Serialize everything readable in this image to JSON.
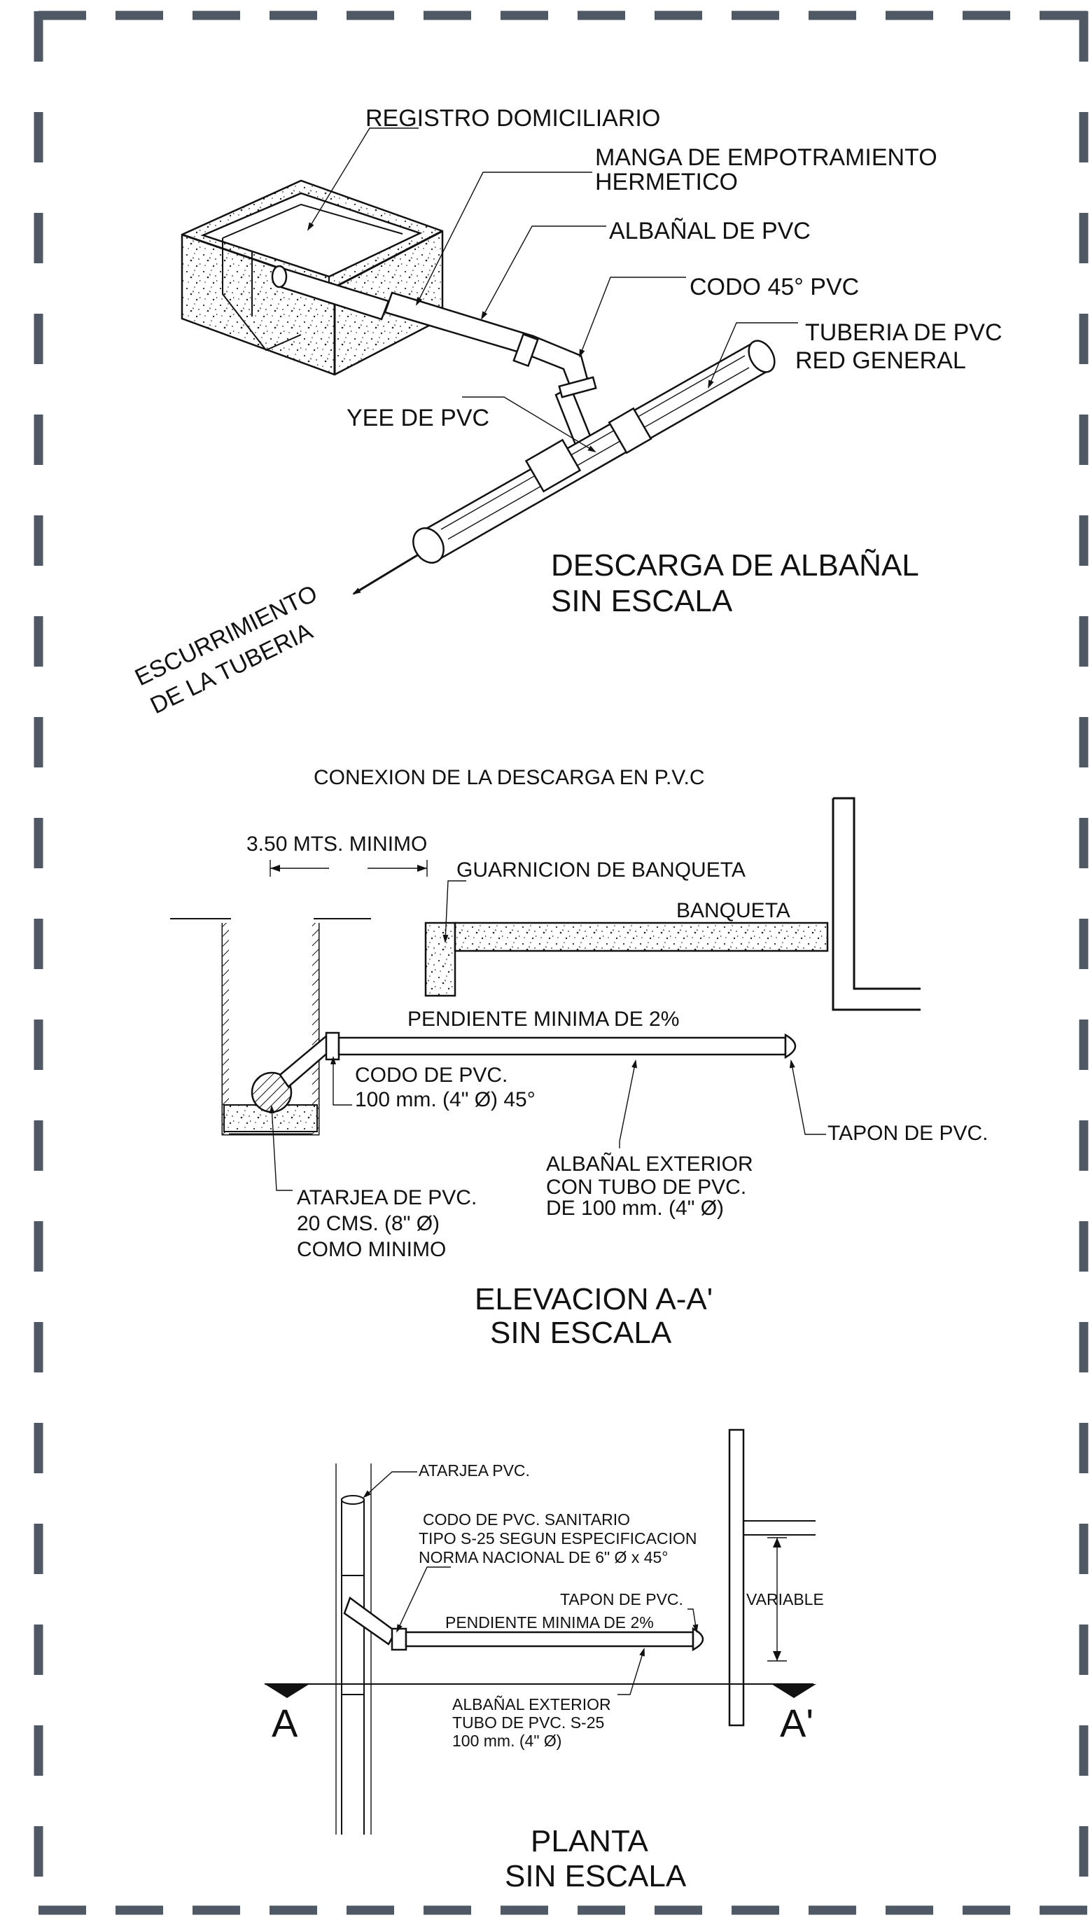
{
  "colors": {
    "frame": "#4f5965",
    "ink": "#111111"
  },
  "iso": {
    "labels": {
      "registro": "REGISTRO DOMICILIARIO",
      "manga_1": "MANGA DE EMPOTRAMIENTO",
      "manga_2": "HERMETICO",
      "albanal": "ALBAÑAL DE PVC",
      "codo": "CODO 45° PVC",
      "tuberia_1": "TUBERIA DE PVC",
      "tuberia_2": "RED GENERAL",
      "yee": "YEE DE PVC",
      "escurrimiento_1": "ESCURRIMIENTO",
      "escurrimiento_2": "DE LA TUBERIA"
    },
    "title_1": "DESCARGA DE ALBAÑAL",
    "title_2": "SIN ESCALA"
  },
  "elevation": {
    "header": "CONEXION  DE LA DESCARGA EN P.V.C",
    "dimension": "3.50 MTS. MINIMO",
    "labels": {
      "guarnicion": "GUARNICION DE BANQUETA",
      "banqueta": "BANQUETA",
      "pendiente": "PENDIENTE MINIMA DE 2%",
      "codo_1": "CODO DE PVC.",
      "codo_2": "100 mm. (4\" Ø) 45°",
      "tapon": "TAPON DE PVC.",
      "albanal_1": "ALBAÑAL EXTERIOR",
      "albanal_2": "CON TUBO DE PVC.",
      "albanal_3": "DE 100 mm. (4\" Ø)",
      "atarjea_1": "ATARJEA DE PVC.",
      "atarjea_2": "20 CMS. (8\" Ø)",
      "atarjea_3": "COMO MINIMO"
    },
    "title_1": "ELEVACION A-A'",
    "title_2": "SIN ESCALA"
  },
  "plan": {
    "labels": {
      "atarjea": "ATARJEA PVC.",
      "codo_1": "CODO DE PVC. SANITARIO",
      "codo_2": "TIPO S-25 SEGUN ESPECIFICACION",
      "codo_3": "NORMA NACIONAL DE 6\" Ø x 45°",
      "tapon": "TAPON DE PVC.",
      "variable": "VARIABLE",
      "pendiente": "PENDIENTE MINIMA DE 2%",
      "albanal_1": "ALBAÑAL EXTERIOR",
      "albanal_2": "TUBO DE PVC. S-25",
      "albanal_3": "100 mm. (4\" Ø)",
      "section_a": "A",
      "section_a_prime": "A'"
    },
    "title_1": "PLANTA",
    "title_2": "SIN ESCALA"
  }
}
